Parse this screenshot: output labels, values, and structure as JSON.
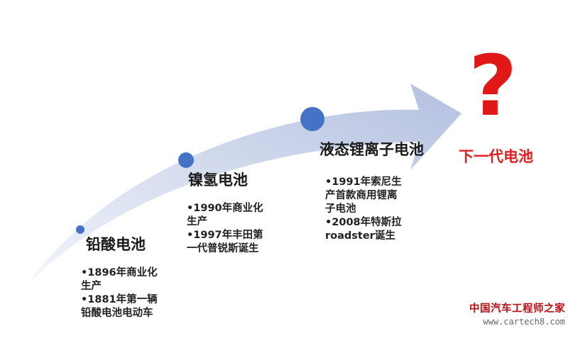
{
  "stages": [
    {
      "title": "铅酸电池",
      "bullets": [
        "•1896年商业化",
        "生产",
        "•1881年第一辆",
        "铅酸电池电动车"
      ]
    },
    {
      "title": "镍氢电池",
      "bullets": [
        "•1990年商业化",
        "生产",
        "•1997年丰田第",
        "一代普锐斯诞生"
      ]
    },
    {
      "title": "液态锂离子电池",
      "bullets": [
        "•1991年索尼生",
        "产首款商用锂离",
        "子电池",
        "•2008年特斯拉",
        "roadster诞生"
      ]
    }
  ],
  "next": {
    "title": "下一代电池",
    "symbol": "?"
  },
  "watermark": {
    "name": "中国汽车工程师之家",
    "url": "www.cartech8.com"
  },
  "colors": {
    "arrow_light": "#e6eaf5",
    "arrow_mid": "#b7c4e2",
    "dot": "#4472c4",
    "accent_red": "#e01818"
  }
}
